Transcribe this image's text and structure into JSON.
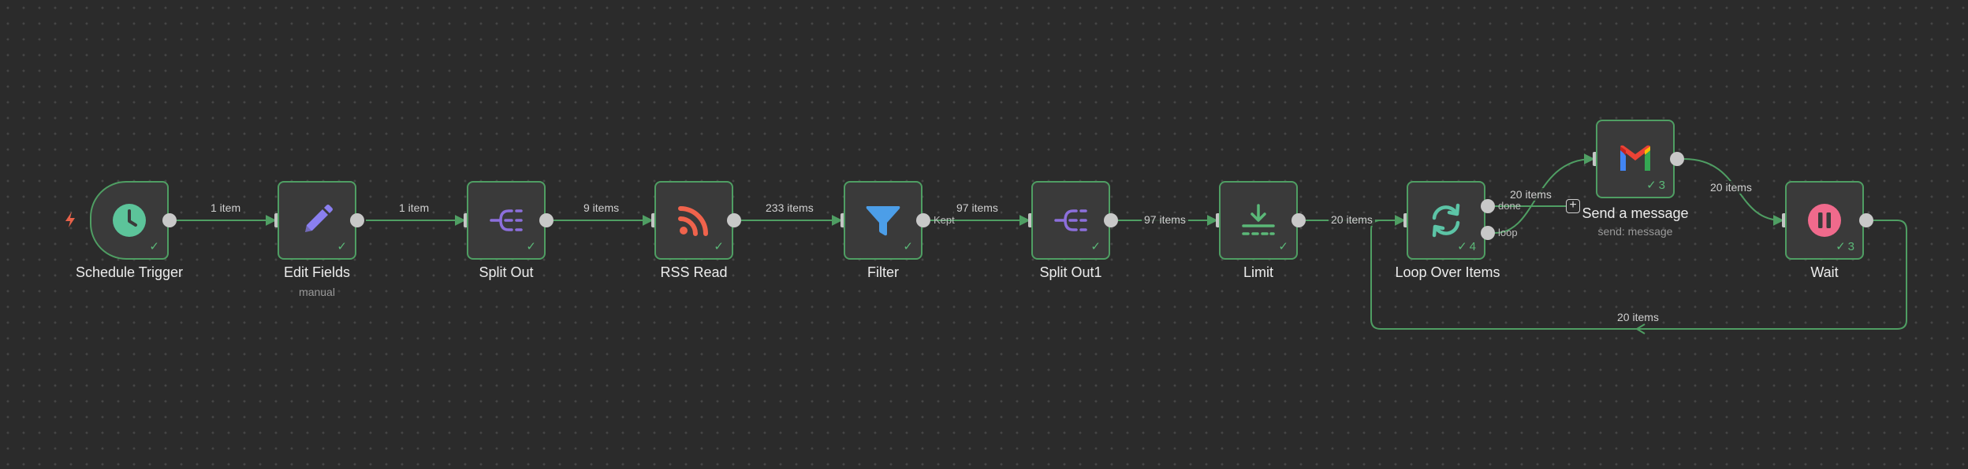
{
  "colors": {
    "success": "#5bb878",
    "wire": "#4f9e63",
    "canvas": "#2b2b2b"
  },
  "trigger_icon": "lightning-bolt-icon",
  "nodes": {
    "schedule": {
      "title": "Schedule Trigger",
      "icon": "clock-icon"
    },
    "edit": {
      "title": "Edit Fields",
      "subtitle": "manual",
      "icon": "pencil-icon"
    },
    "split": {
      "title": "Split Out",
      "icon": "split-out-icon"
    },
    "rss": {
      "title": "RSS Read",
      "icon": "rss-icon"
    },
    "filter": {
      "title": "Filter",
      "icon": "funnel-icon"
    },
    "split1": {
      "title": "Split Out1",
      "icon": "split-out-icon"
    },
    "limit": {
      "title": "Limit",
      "icon": "limit-icon"
    },
    "loop": {
      "title": "Loop Over Items",
      "icon": "loop-icon",
      "runs": "4"
    },
    "gmail": {
      "title": "Send a message",
      "subtitle": "send: message",
      "icon": "gmail-icon",
      "runs": "3"
    },
    "wait": {
      "title": "Wait",
      "icon": "pause-icon",
      "runs": "3"
    }
  },
  "ports": {
    "filter_out": "Kept",
    "loop_done": "done",
    "loop_loop": "loop"
  },
  "edges": {
    "e1": "1 item",
    "e2": "1 item",
    "e3": "9 items",
    "e4": "233 items",
    "e5": "97 items",
    "e6": "97 items",
    "e7": "20 items",
    "e8": "20 items",
    "e9": "20 items",
    "e10": "20 items"
  }
}
